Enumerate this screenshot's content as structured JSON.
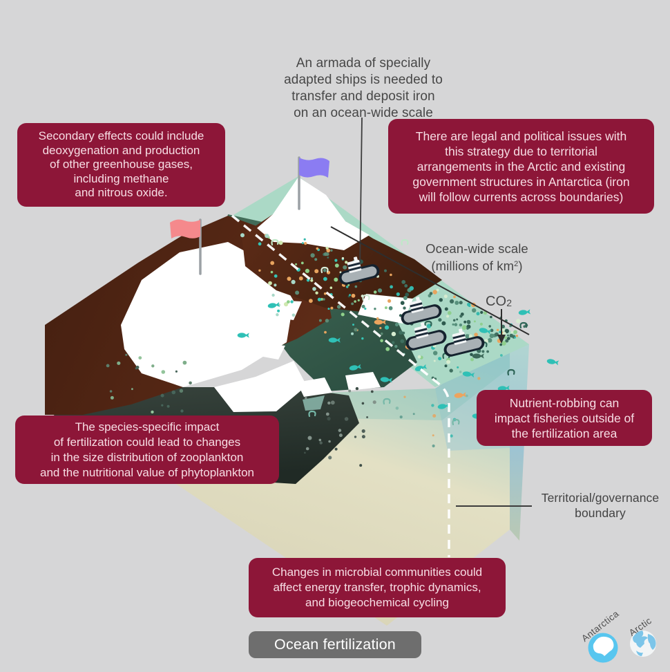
{
  "colors": {
    "bg": "#d6d6d7",
    "box_bg": "#8d1638",
    "box_text": "#f7dde4",
    "pill_bg": "#6e6e6e",
    "flag_left": "#f5898c",
    "flag_right": "#8b7cf2",
    "water_light": "#abd9c6",
    "water_dark": "#3f6b58"
  },
  "annotations": {
    "armada": {
      "lines": [
        "An armada of specially",
        "adapted ships is needed to",
        "transfer and deposit iron",
        "on an ocean-wide scale"
      ]
    },
    "scale": {
      "line1": "Ocean-wide scale",
      "line2_pre": "(millions of km",
      "line2_sup": "2",
      "line2_post": ")"
    },
    "co2": {
      "pre": "CO",
      "sub": "2"
    },
    "territorial": {
      "lines": [
        "Territorial/governance",
        "boundary"
      ]
    }
  },
  "callouts": {
    "secondary": {
      "lines": [
        "Secondary effects could include",
        "deoxygenation and production",
        "of other greenhouse gases,",
        "including methane",
        "and nitrous oxide."
      ]
    },
    "legal": {
      "lines": [
        "There are legal and political issues with",
        "this strategy due to territorial",
        "arrangements in the Arctic and existing",
        "government structures in Antarctica (iron",
        "will follow currents across boundaries)"
      ]
    },
    "nutrient": {
      "lines": [
        "Nutrient-robbing can",
        "impact fisheries outside of",
        "the fertilization area"
      ]
    },
    "species": {
      "lines": [
        "The species-specific impact",
        "of fertilization could lead to changes",
        "in the size distribution of zooplankton",
        "and the nutritional value of phytoplankton"
      ]
    },
    "microbial": {
      "lines": [
        "Changes in microbial communities could",
        "affect energy transfer, trophic dynamics,",
        "and biogeochemical cycling"
      ]
    }
  },
  "title": {
    "label": "Ocean fertilization"
  },
  "legend": {
    "antarctica": "Antarctica",
    "arctic": "Arctic"
  }
}
